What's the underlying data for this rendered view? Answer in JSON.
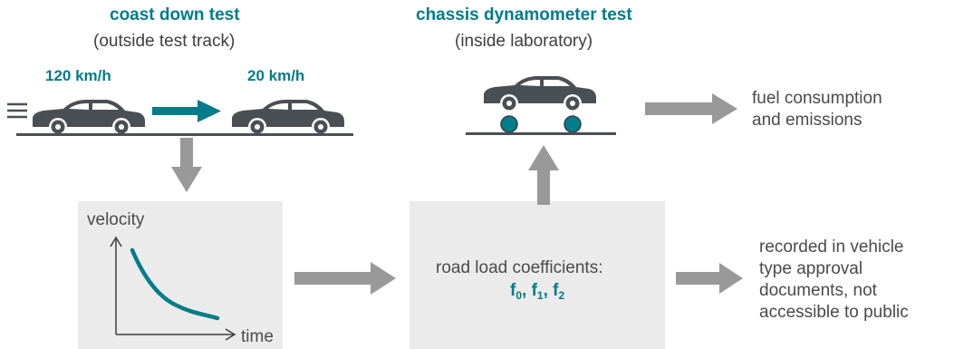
{
  "coast_down": {
    "title": "coast down test",
    "subtitle": "(outside test track)",
    "speed_start": "120 km/h",
    "speed_end": "20 km/h"
  },
  "chassis_dyno": {
    "title": "chassis dynamometer test",
    "subtitle": "(inside laboratory)"
  },
  "output_fuel": {
    "line1": "fuel consumption",
    "line2": "and emissions"
  },
  "velocity_plot": {
    "y_label": "velocity",
    "x_label": "time"
  },
  "road_load": {
    "label": "road load coefficients:",
    "coef_f": "f",
    "sub0": "0",
    "sub1": "1",
    "sub2": "2",
    "sep": ", "
  },
  "output_records": {
    "line1": "recorded in vehicle",
    "line2": "type approval",
    "line3": "documents, not",
    "line4": "accessible to public"
  },
  "colors": {
    "teal": "#007c8a",
    "car": "#4a4f54",
    "arrow_grey": "#999999",
    "box_grey": "#ebebeb"
  }
}
